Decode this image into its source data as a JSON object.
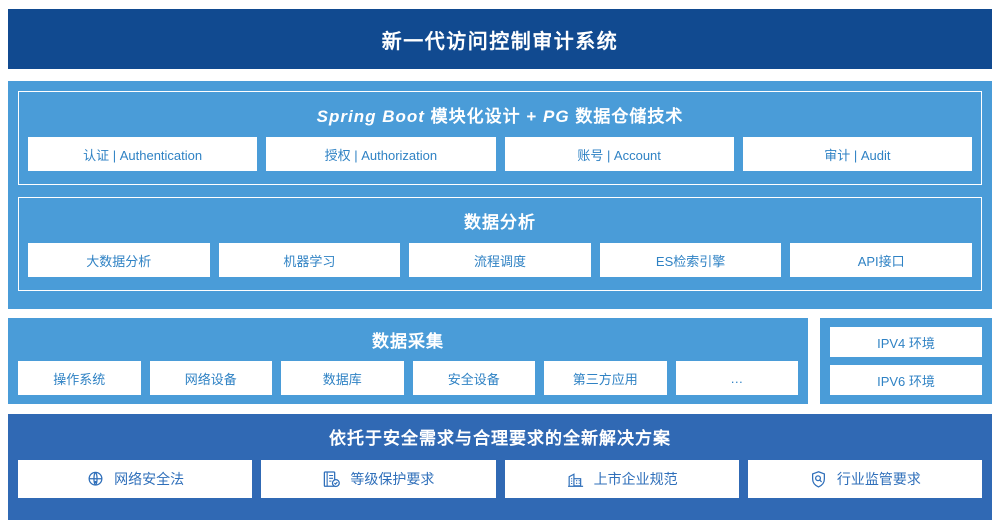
{
  "header": {
    "title": "新一代访问控制审计系统"
  },
  "platform": {
    "spring": {
      "heading_pre": "Spring Boot",
      "heading_mid": " 模块化设计 + ",
      "heading_pg": "PG",
      "heading_post": " 数据仓储技术",
      "heading_full": "Spring Boot 模块化设计 + PG 数据仓储技术",
      "items": [
        {
          "label": "认证 | Authentication"
        },
        {
          "label": "授权 | Authorization"
        },
        {
          "label": "账号 | Account"
        },
        {
          "label": "审计 | Audit"
        }
      ]
    },
    "analysis": {
      "heading": "数据分析",
      "items": [
        {
          "label": "大数据分析"
        },
        {
          "label": "机器学习"
        },
        {
          "label": "流程调度"
        },
        {
          "label": "ES检索引擎"
        },
        {
          "label": "API接口"
        }
      ]
    }
  },
  "collection": {
    "heading": "数据采集",
    "items": [
      {
        "label": "操作系统"
      },
      {
        "label": "网络设备"
      },
      {
        "label": "数据库"
      },
      {
        "label": "安全设备"
      },
      {
        "label": "第三方应用"
      },
      {
        "label": "…"
      }
    ]
  },
  "environment": {
    "items": [
      {
        "label": "IPV4 环境"
      },
      {
        "label": "IPV6 环境"
      }
    ]
  },
  "solution": {
    "heading": "依托于安全需求与合理要求的全新解决方案",
    "items": [
      {
        "label": "网络安全法",
        "icon": "globe-icon"
      },
      {
        "label": "等级保护要求",
        "icon": "document-check-icon"
      },
      {
        "label": "上市企业规范",
        "icon": "building-icon"
      },
      {
        "label": "行业监管要求",
        "icon": "shield-search-icon"
      }
    ]
  },
  "colors": {
    "title_bar": "#114a90",
    "panel_light": "#4a9cd8",
    "panel_mid": "#3069b4",
    "chip_bg": "#ffffff",
    "chip_text": "#2f82c4"
  }
}
